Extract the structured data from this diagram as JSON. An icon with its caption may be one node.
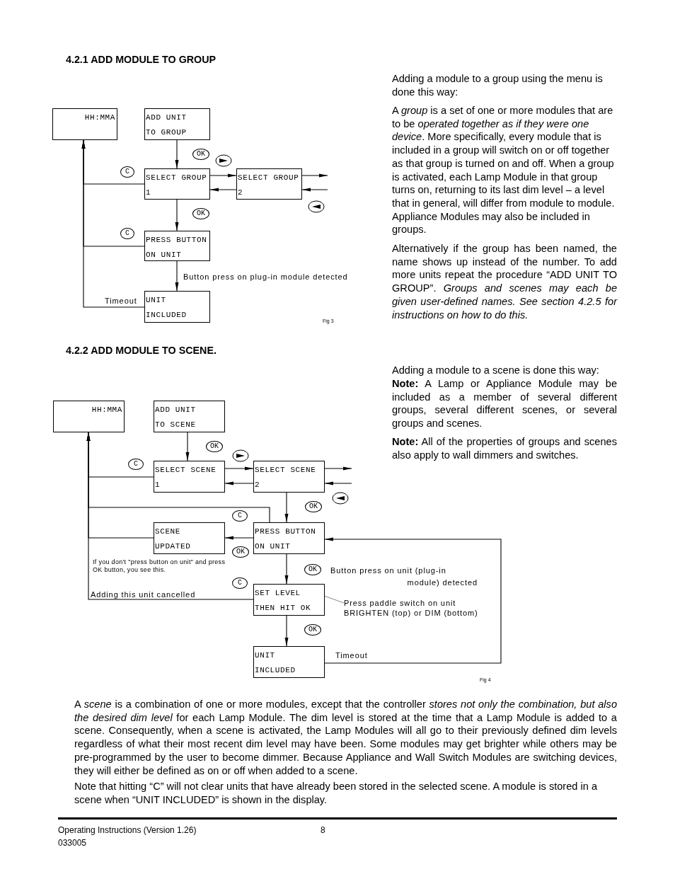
{
  "diagram": {
    "nodes": [
      {
        "text": [
          "HH:MMA"
        ]
      },
      {
        "text": [
          "ADD UNIT TO GROUP"
        ]
      },
      {
        "text": [
          "SELECT GROUP 1"
        ]
      },
      {
        "text": [
          "SELECT GROUP 2"
        ]
      },
      {
        "text": [
          "PRESS BUTTON ON UNIT"
        ]
      },
      {
        "text": [
          "UNIT INCLUDED"
        ]
      },
      {
        "text": [
          "HH:MMA"
        ]
      },
      {
        "text": [
          "ADD UNIT TO SCENE"
        ]
      },
      {
        "text": [
          "SELECT SCENE 1"
        ]
      },
      {
        "text": [
          "SELECT SCENE 2"
        ]
      },
      {
        "text": [
          "SCENE UPDATED"
        ],
        "beside": [
          "If you don't \"press button on unit\" and press OK button, you see this."
        ]
      },
      {
        "text": [
          "PRESS BUTTON ON UNIT"
        ]
      },
      {
        "text": [
          "SET LEVEL THEN HIT OK"
        ]
      },
      {
        "text": [
          "UNIT INCLUDED"
        ]
      },
      {
        "text": [
          "Press paddle switch on unit BRIGHTEN (top) or DIM (bottom)"
        ]
      }
    ],
    "edges": [
      {
        "from": 1,
        "to": 2,
        "arrow": "to",
        "label": "OK"
      },
      {
        "from": 2,
        "to": 3,
        "arrow": "to"
      },
      {
        "from": 3,
        "to": 2,
        "arrow": "to"
      },
      {
        "from": 3,
        "to": null,
        "arrow": "to"
      },
      {
        "from": null,
        "to": 3,
        "arrow": "to"
      },
      {
        "from": 2,
        "to": 4,
        "arrow": "to",
        "label": "OK"
      },
      {
        "from": 2,
        "to": 0,
        "arrow": "to",
        "label": "C"
      },
      {
        "from": 4,
        "to": 0,
        "arrow": "to",
        "label": "C"
      },
      {
        "from": 5,
        "to": 0,
        "arrow": "to",
        "label": "Timeout"
      },
      {
        "from": 4,
        "to": 5,
        "arrow": "to",
        "label": "Button press on plug-in module detected"
      },
      {
        "from": 7,
        "to": 8,
        "arrow": "to",
        "label": "OK"
      },
      {
        "from": 8,
        "to": 9,
        "arrow": "to"
      },
      {
        "from": 9,
        "to": 8,
        "arrow": "to"
      },
      {
        "from": 9,
        "to": null,
        "arrow": "to"
      },
      {
        "from": null,
        "to": 9,
        "arrow": "to"
      },
      {
        "from": 8,
        "to": 6,
        "arrow": "to",
        "label": "C"
      },
      {
        "from": 9,
        "to": 11,
        "arrow": "to",
        "label": "OK"
      },
      {
        "from": 11,
        "to": 6,
        "arrow": "to",
        "label": "C"
      },
      {
        "from": 11,
        "to": 10,
        "arrow": "to",
        "label": "OK"
      },
      {
        "from": 10,
        "to": 6,
        "arrow": "to"
      },
      {
        "from": 11,
        "to": 12,
        "arrow": "to",
        "label": "OK"
      },
      {
        "from": 12,
        "to": 6,
        "arrow": "to",
        "label": "Adding this unit cancelled"
      },
      {
        "from": 12,
        "to": 13,
        "arrow": "to",
        "label": "OK"
      },
      {
        "from": 13,
        "to": 11,
        "arrow": "to",
        "label": "Timeout"
      },
      {
        "from": 14,
        "to": 12,
        "arrow": "none"
      }
    ],
    "labels": [
      "4.2.1 ADD MODULE TO GROUP",
      "Adding a module to a group using the menu is done this way:",
      "A *group* is a set of one or more modules that are to be *operated together as if they were one device*.  More specifically, every module that is included in a group will switch on or off together as that group is turned on and off. When a group is activated, each Lamp Module in that group turns on, returning to its last dim level – a level that in general, will differ from module to module.  Appliance Modules may also be included in groups.",
      "Alternatively if the group has been named, the name shows up instead of the number.  To add more units repeat the procedure “ADD UNIT TO GROUP”.  *Groups and scenes may each be given user-defined names. See section 4.2.5 for instructions on how to do this.*",
      "Fig 3",
      "4.2.2 ADD MODULE TO SCENE.",
      "Adding a module to a scene is done this way:",
      "**Note:**  A Lamp or Appliance Module may be included as a member of several different groups, several different scenes, or several groups and scenes.",
      "**Note:**  All of the properties of groups and scenes also apply to wall dimmers and switches.",
      "Button press on unit (plug-in module) detected",
      "C",
      "Fig 4",
      "A *scene* is a combination of one or more modules, except that the controller *stores not only the combination, but also the desired dim level* for each Lamp Module.  The dim level is stored at the time that a Lamp Module is added to a scene.  Consequently, when a scene is activated, the Lamp Modules will all go to their previously defined dim levels regardless of what their most recent dim level may have been.  Some modules may get brighter while others may be pre-programmed by the user to become dimmer.  Because Appliance and Wall Switch Modules are switching devices, they will either be defined as on or off when added to a scene.",
      "Note that hitting “C” will not clear units that have already been stored in the selected scene. A module is stored in a scene when “UNIT INCLUDED” is shown in the display.",
      "Operating Instructions (Version 1.26)",
      "033005",
      "8"
    ]
  }
}
